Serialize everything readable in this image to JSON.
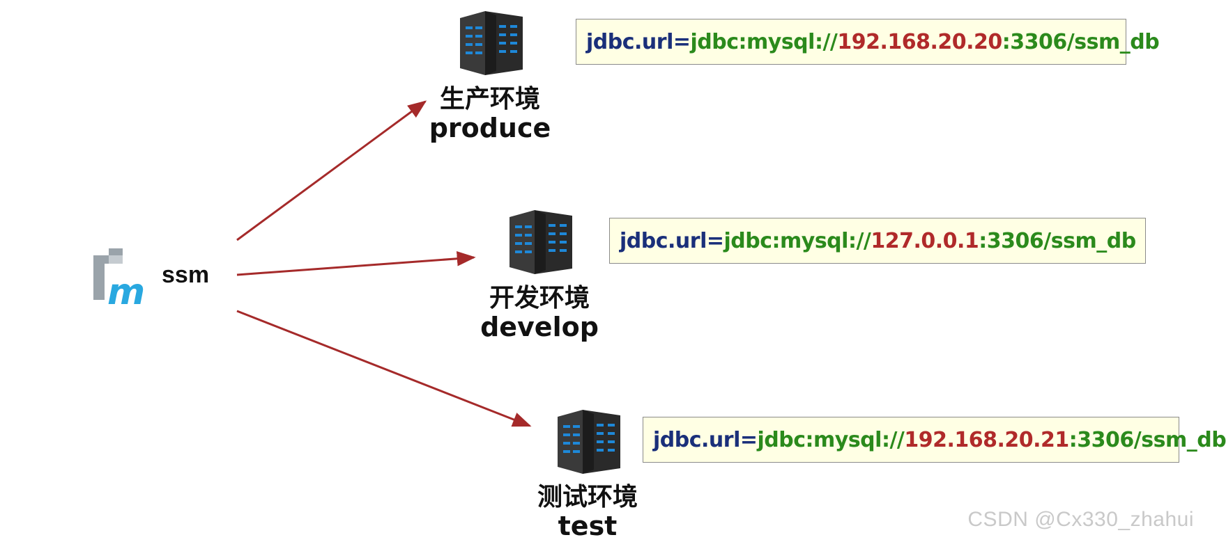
{
  "project": {
    "name": "ssm",
    "icon": "maven-icon"
  },
  "environments": [
    {
      "id": "produce",
      "name_cn": "生产环境",
      "name_en": "produce",
      "config": {
        "key": "jdbc.url",
        "eq": "=",
        "proto": "jdbc:mysql://",
        "host": "192.168.20.20",
        "rest": ":3306/ssm_db"
      }
    },
    {
      "id": "develop",
      "name_cn": "开发环境",
      "name_en": "develop",
      "config": {
        "key": "jdbc.url",
        "eq": "=",
        "proto": "jdbc:mysql://",
        "host": "127.0.0.1",
        "rest": ":3306/ssm_db"
      }
    },
    {
      "id": "test",
      "name_cn": "测试环境",
      "name_en": "test",
      "config": {
        "key": "jdbc.url",
        "eq": "=",
        "proto": "jdbc:mysql://",
        "host": "192.168.20.21",
        "rest": ":3306/ssm_db"
      }
    }
  ],
  "colors": {
    "arrow": "#a52a2a",
    "key": "#1a2f7a",
    "value": "#2b8a1c",
    "host": "#b02a2a",
    "box_bg": "#ffffe4"
  },
  "watermark": "CSDN @Cx330_zhahui"
}
